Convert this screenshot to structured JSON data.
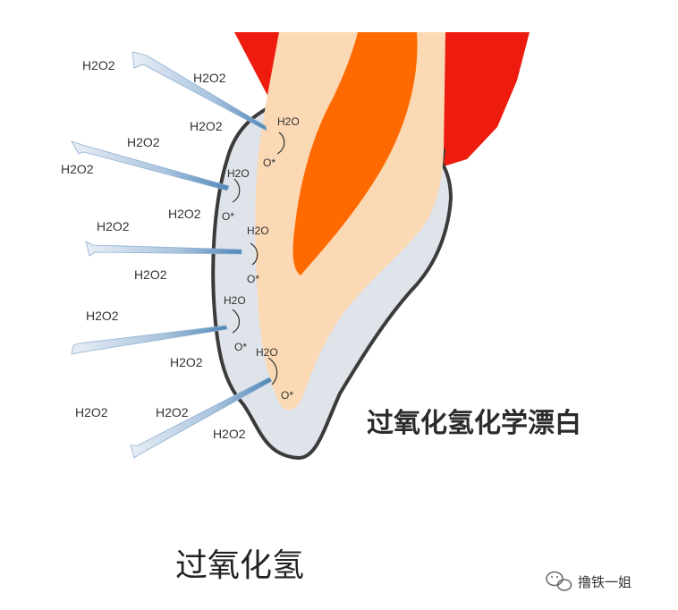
{
  "diagram_title": "过氧化氢化学漂白",
  "caption": "过氧化氢",
  "watermark": "撸铁一姐",
  "labels": {
    "h2o2": "H2O2",
    "h2o": "H2O",
    "oxygen_radical": "O*"
  },
  "colors": {
    "gum": "#ee1c0e",
    "pulp": "#ff6a00",
    "dentin": "#fbd9b4",
    "enamel": "#dfe3ea",
    "outline": "#3b3b3b",
    "needle": "#6f9cc3"
  }
}
